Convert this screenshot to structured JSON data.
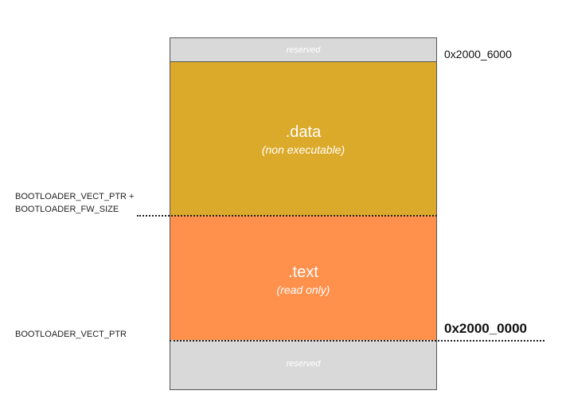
{
  "memory_map": {
    "reserved_top": "reserved",
    "data_title": ".data",
    "data_subtitle": "(non executable)",
    "text_title": ".text",
    "text_subtitle": "(read only)",
    "reserved_bottom": "reserved"
  },
  "addresses": {
    "top": "0x2000_6000",
    "bottom": "0x2000_0000"
  },
  "side_labels": {
    "upper_line1": "BOOTLOADER_VECT_PTR +",
    "upper_line2": "BOOTLOADER_FW_SIZE",
    "lower": "BOOTLOADER_VECT_PTR"
  },
  "colors": {
    "data": "#dcaa2a",
    "text": "#ff914d",
    "reserved": "#d9d9d9"
  }
}
